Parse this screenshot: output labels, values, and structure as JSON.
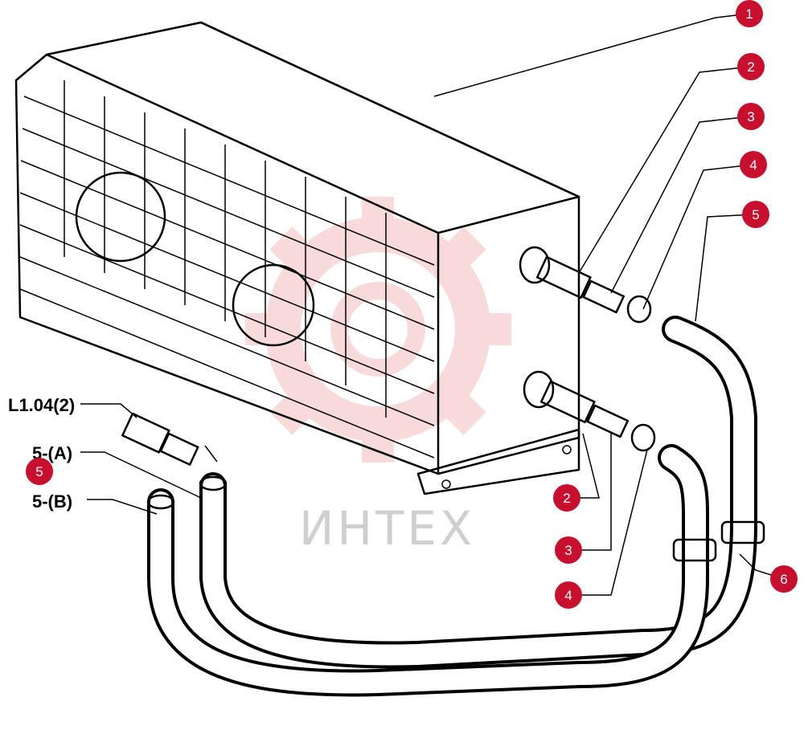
{
  "watermark": {
    "text": "ИНТЕХ",
    "color": "#e05a5a"
  },
  "part_labels": [
    {
      "id": "l104",
      "text": "L1.04(2)"
    },
    {
      "id": "5a",
      "text": "5-(A)"
    },
    {
      "id": "5b",
      "text": "5-(B)"
    }
  ],
  "callouts": [
    {
      "number": "1"
    },
    {
      "number": "2"
    },
    {
      "number": "3"
    },
    {
      "number": "4"
    },
    {
      "number": "5"
    },
    {
      "number": "5"
    },
    {
      "number": "2"
    },
    {
      "number": "3"
    },
    {
      "number": "4"
    },
    {
      "number": "6"
    }
  ],
  "colors": {
    "callout": "#c8102e",
    "ink": "#000000"
  }
}
